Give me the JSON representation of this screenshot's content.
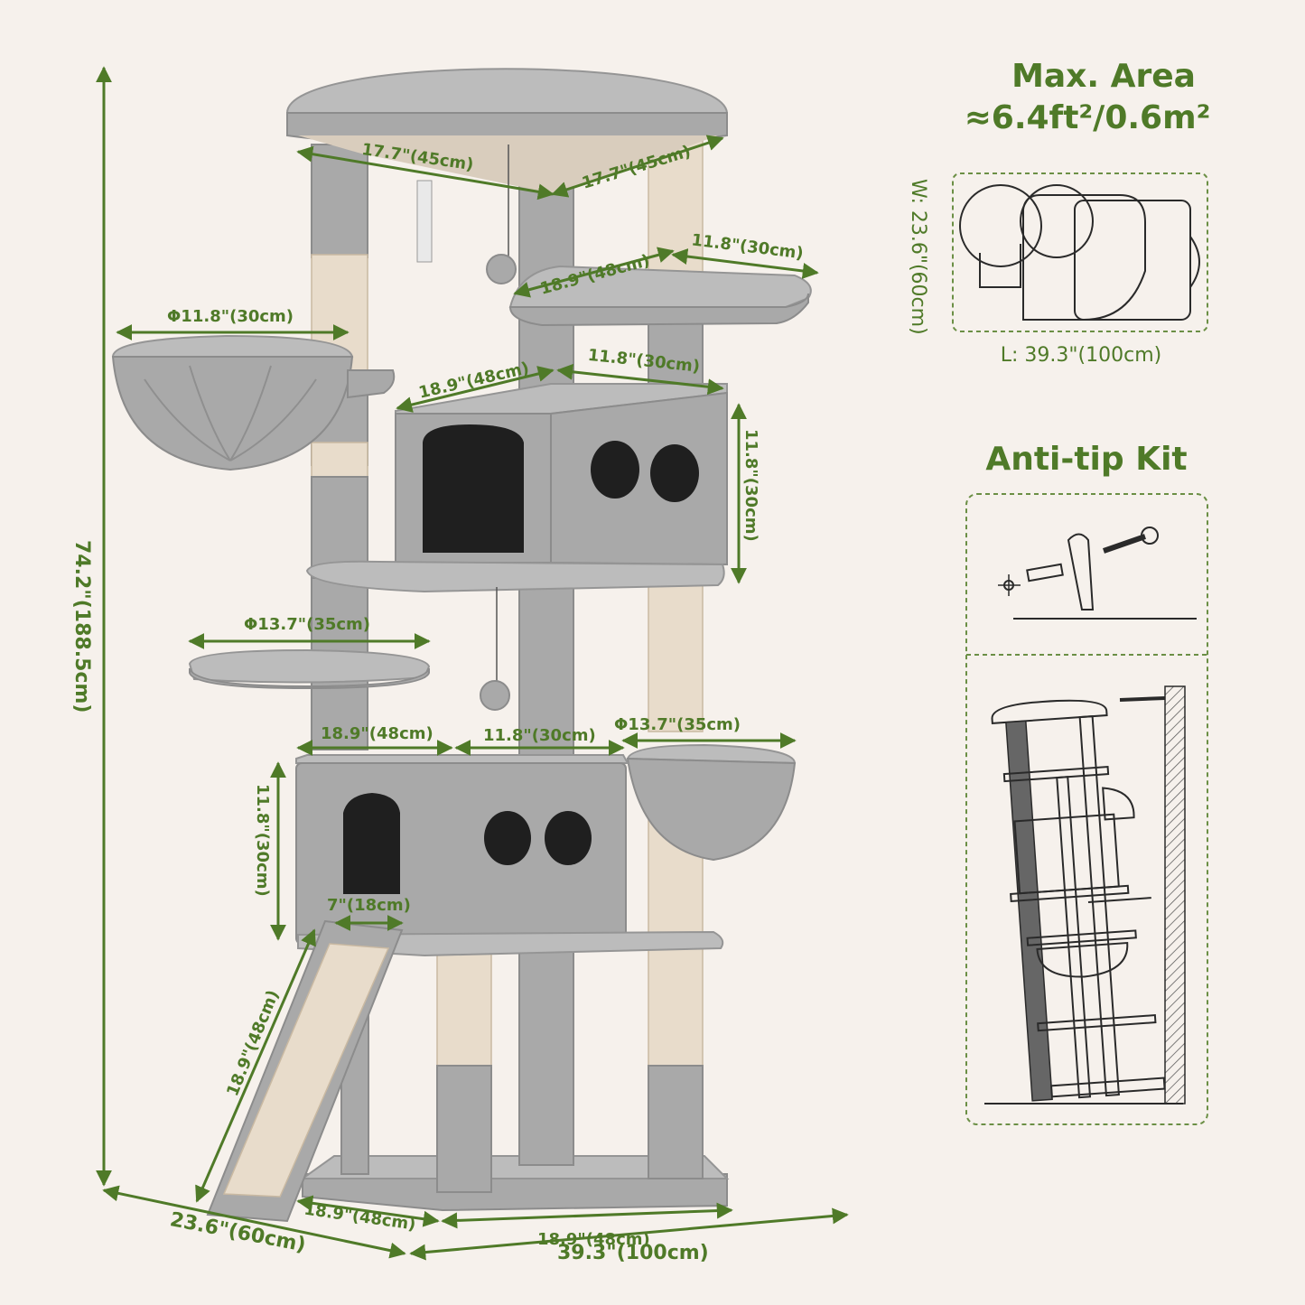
{
  "header": {
    "max_area_title": "Max. Area",
    "max_area_value": "≈6.4ft²/0.6m²",
    "anti_tip_title": "Anti-tip Kit"
  },
  "footprint": {
    "width_label": "W: 23.6\"(60cm)",
    "length_label": "L: 39.3\"(100cm)"
  },
  "dimensions": {
    "top_left": "17.7\"(45cm)",
    "top_right": "17.7\"(45cm)",
    "upper_platform_left": "18.9\"(48cm)",
    "upper_platform_right": "11.8\"(30cm)",
    "basket_top": "Φ11.8\"(30cm)",
    "condo_top_left": "18.9\"(48cm)",
    "condo_top_right": "11.8\"(30cm)",
    "condo_top_height": "11.8\"(30cm)",
    "round_platform": "Φ13.7\"(35cm)",
    "condo_bottom_left": "18.9\"(48cm)",
    "condo_bottom_mid": "11.8\"(30cm)",
    "basket_bottom": "Φ13.7\"(35cm)",
    "condo_bottom_height": "11.8\"(30cm)",
    "ramp_width": "7\"(18cm)",
    "ramp_length": "18.9\"(48cm)",
    "total_height": "74.2\"(188.5cm)",
    "base_left": "18.9\"(48cm)",
    "base_right": "18.9\"(48cm)",
    "overall_depth": "23.6\"(60cm)",
    "overall_length": "39.3\"(100cm)"
  }
}
